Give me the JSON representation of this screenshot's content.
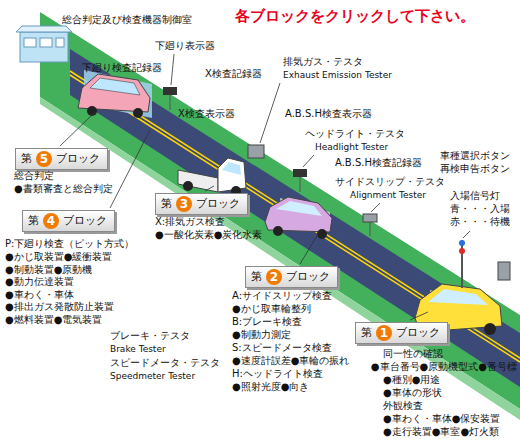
{
  "diagram": {
    "title": "各ブロックをクリックして下さい。",
    "nodes": [
      {
        "text": [
          "第",
          "5",
          "ブロック"
        ]
      },
      {
        "text": [
          "第",
          "4",
          "ブロック"
        ]
      },
      {
        "text": [
          "第",
          "3",
          "ブロック"
        ]
      },
      {
        "text": [
          "第",
          "2",
          "ブロック"
        ]
      },
      {
        "text": [
          "第",
          "1",
          "ブロック"
        ]
      }
    ],
    "labels": [
      "総合判定及び検査機器制御室",
      "下廻り表示器",
      "下廻り検査記録器",
      "X検査記録器",
      "X検査表示器",
      "排気ガス・テスタ",
      "Exhaust Emission Tester",
      "A.B.S.H検査表示器",
      "ヘッドライト・テスタ",
      "Headlight Tester",
      "A.B.S.H検査記録器",
      "サイドスリップ・テスタ",
      "Alignment Tester",
      "車種選択ボタン",
      "再検申告ボタン",
      "入場信号灯",
      "青・・・入場",
      "赤・・・待機",
      "総合判定",
      "●書類審査と総合判定",
      "P:下廻り検査（ピット方式）",
      "●かじ取装置●緩衝装置",
      "●制動装置●原動機",
      "●動力伝達装置",
      "●車わく・車体",
      "●排出ガス発散防止装置",
      "●燃料装置●電気装置",
      "X:排気ガス検査",
      "●一酸化炭素●炭化水素",
      "ブレーキ・テスタ",
      "Brake Tester",
      "スピードメータ・テスタ",
      "Speedmeter Tester",
      "A:サイドスリップ検査",
      "●かじ取車輪整列",
      "B:ブレーキ検査",
      "●制動力測定",
      "S:スピードメータ検査",
      "●速度計誤差●車輪の振れ",
      "H:ヘッドライト検査",
      "●照射光度●向き",
      "同一性の確認",
      "●車台番号●原動機型式●番号標",
      "●種別●用途",
      "●車体の形状",
      "外観検査",
      "●車わく・車体●保安装置",
      "●走行装置●車室●灯火類"
    ]
  }
}
